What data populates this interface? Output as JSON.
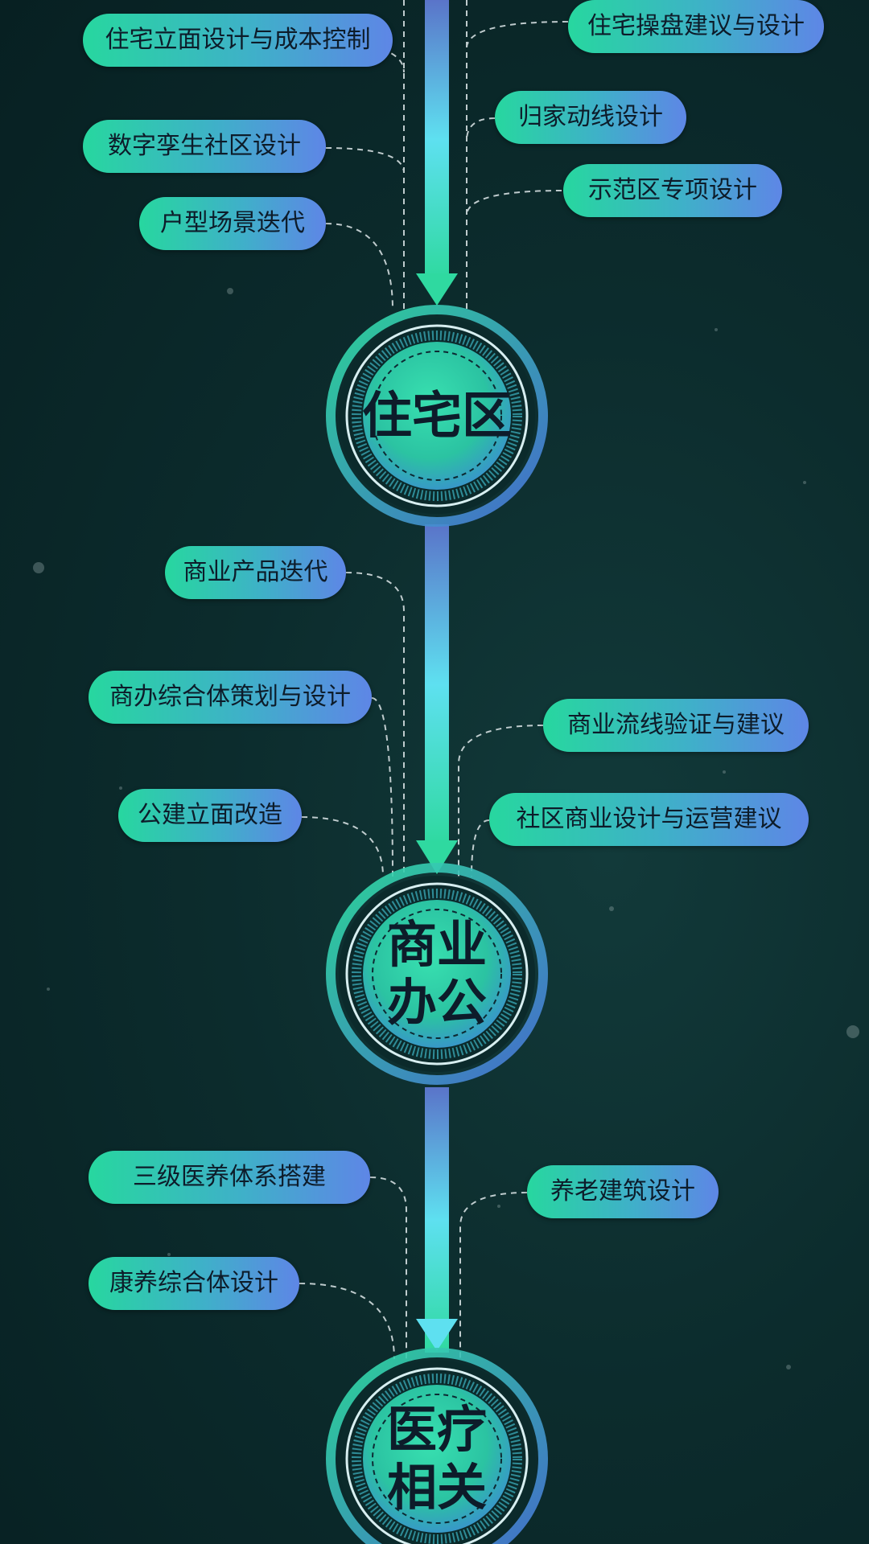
{
  "colors": {
    "background": "#0c2c2d",
    "pill_start": "#27d79f",
    "pill_end": "#5e86e6",
    "hub_green": "#22c98f",
    "hub_blue": "#4f7fe0",
    "arrow_top": "#5a74c9",
    "arrow_mid": "#5ee0f0",
    "label_text": "#0d1c2a"
  },
  "hubs": [
    {
      "name": "residential",
      "label": "住宅区"
    },
    {
      "name": "commercial",
      "label": "商业办公"
    },
    {
      "name": "medical",
      "label": "医疗相关"
    }
  ],
  "items": {
    "residential_facade": "住宅立面设计与成本控制",
    "digital_twin": "数字孪生社区设计",
    "unit_iteration": "户型场景迭代",
    "residential_operation": "住宅操盘建议与设计",
    "home_route": "归家动线设计",
    "showcase_zone": "示范区专项设计",
    "commercial_product": "商业产品迭代",
    "mixed_use": "商办综合体策划与设计",
    "public_facade": "公建立面改造",
    "commercial_flow": "商业流线验证与建议",
    "community_commercial": "社区商业设计与运营建议",
    "medical_system": "三级医养体系搭建",
    "wellness_complex": "康养综合体设计",
    "elderly_architecture": "养老建筑设计"
  }
}
